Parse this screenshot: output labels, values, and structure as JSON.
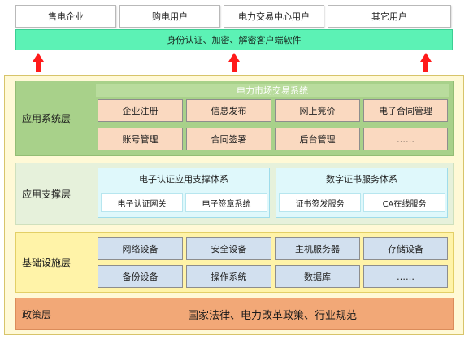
{
  "users": [
    "售电企业",
    "购电用户",
    "电力交易中心用户",
    "其它用户"
  ],
  "auth_bar": "身份认证、加密、解密客户端软件",
  "colors": {
    "arrow": "#ff1a1a",
    "auth_bar": "#5cf2b5",
    "app_layer": "#a8d18a",
    "app_item": "#fad9c0",
    "support_layer": "#e6f1db",
    "support_group": "#dff8fb",
    "infra_layer": "#fff3a8",
    "infra_item": "#d2e0ef",
    "policy_layer": "#f2a877"
  },
  "app_layer": {
    "label": "应用系统层",
    "title": "电力市场交易系统",
    "items": [
      "企业注册",
      "信息发布",
      "网上竞价",
      "电子合同管理",
      "账号管理",
      "合同签署",
      "后台管理",
      "……"
    ]
  },
  "support_layer": {
    "label": "应用支撑层",
    "groups": [
      {
        "title": "电子认证应用支撑体系",
        "items": [
          "电子认证网关",
          "电子签章系统"
        ]
      },
      {
        "title": "数字证书服务体系",
        "items": [
          "证书签发服务",
          "CA在线服务"
        ]
      }
    ]
  },
  "infra_layer": {
    "label": "基础设施层",
    "items": [
      "网络设备",
      "安全设备",
      "主机服务器",
      "存储设备",
      "备份设备",
      "操作系统",
      "数据库",
      "……"
    ]
  },
  "policy_layer": {
    "label": "政策层",
    "text": "国家法律、电力改革政策、行业规范"
  }
}
